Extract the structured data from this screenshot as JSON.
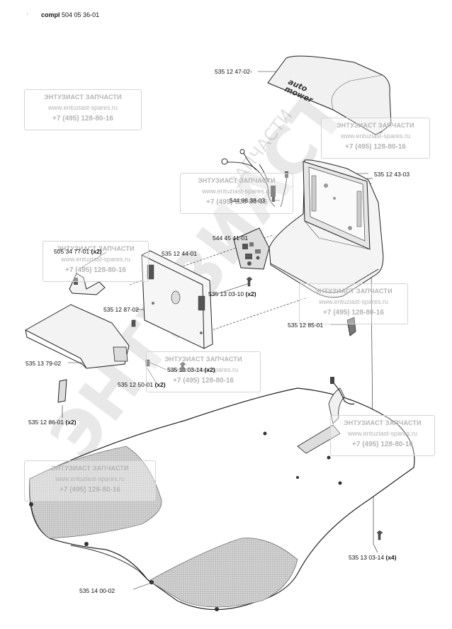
{
  "header": {
    "bold": "compl",
    "number": "504 05 36-01"
  },
  "watermark": {
    "line1": "ЭНТУЗИАСТ ЗАПЧАСТИ",
    "line2": "www.entuziast-spares.ru",
    "line3": "+7 (495) 128-80-16"
  },
  "logo_text": {
    "big": "ЭНТУЗИАСТ",
    "small": "ЗАПЧАСТИ",
    "mark": "®"
  },
  "cover_brand": {
    "line1": "auto",
    "line2": "mower"
  },
  "parts": [
    {
      "name": "part-label-535-12-47-02",
      "code": "535 12 47-02",
      "qty": ""
    },
    {
      "name": "part-label-535-12-43-03",
      "code": "535 12 43-03",
      "qty": ""
    },
    {
      "name": "part-label-544-98-38-03",
      "code": "544 98 38-03",
      "qty": ""
    },
    {
      "name": "part-label-544-45-41-01",
      "code": "544 45 41-01",
      "qty": ""
    },
    {
      "name": "part-label-505-34-77-01",
      "code": "505 34 77-01",
      "qty": "(x2)"
    },
    {
      "name": "part-label-535-12-44-01",
      "code": "535 12 44-01",
      "qty": ""
    },
    {
      "name": "part-label-535-13-03-10",
      "code": "535 13 03-10",
      "qty": "(x2)"
    },
    {
      "name": "part-label-535-12-87-02",
      "code": "535 12 87-02",
      "qty": ""
    },
    {
      "name": "part-label-535-12-85-01",
      "code": "535 12 85-01",
      "qty": ""
    },
    {
      "name": "part-label-535-13-79-02",
      "code": "535 13 79-02",
      "qty": ""
    },
    {
      "name": "part-label-535-13-03-14-x2",
      "code": "535 13 03-14",
      "qty": "(x2)"
    },
    {
      "name": "part-label-535-12-50-01",
      "code": "535 12 50-01",
      "qty": "(x2)"
    },
    {
      "name": "part-label-535-12-86-01",
      "code": "535 12 86-01",
      "qty": "(x2)"
    },
    {
      "name": "part-label-535-13-03-14-x4",
      "code": "535 13 03-14",
      "qty": "(x4)"
    },
    {
      "name": "part-label-535-14-00-02",
      "code": "535 14 00-02",
      "qty": ""
    }
  ]
}
